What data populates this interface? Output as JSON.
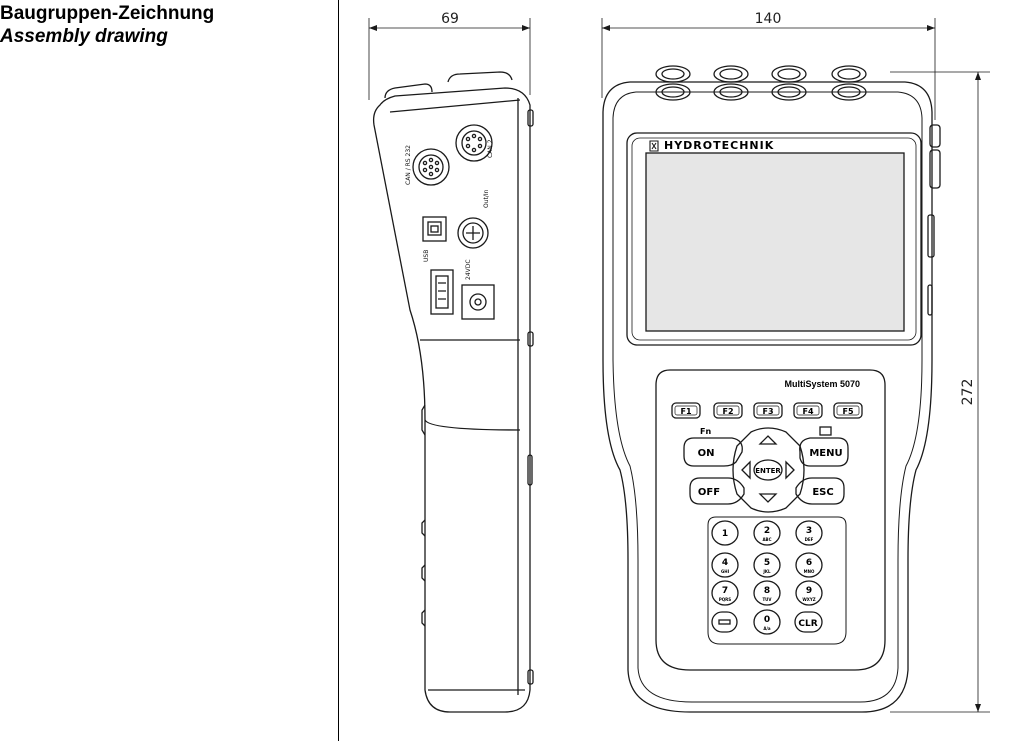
{
  "header": {
    "title_de": "Baugruppen-Zeichnung",
    "title_en": "Assembly drawing"
  },
  "dimensions": {
    "side_width": "69",
    "front_width": "140",
    "height": "272"
  },
  "side_view": {
    "port_can_rs232": "CAN / RS 232",
    "port_can2": "CAN 2",
    "port_usb_b": "USB",
    "port_outin": "Out/In",
    "port_24vdc": "24VDC"
  },
  "front_view": {
    "brand": "HYDROTECHNIK",
    "model": "MultiSystem 5070",
    "function_keys": [
      "F1",
      "F2",
      "F3",
      "F4",
      "F5"
    ],
    "fn_label": "Fn",
    "keys": {
      "on": "ON",
      "off": "OFF",
      "menu": "MENU",
      "esc": "ESC",
      "enter": "ENTER",
      "clr": "CLR"
    },
    "numpad": [
      {
        "digit": "1",
        "letters": ""
      },
      {
        "digit": "2",
        "letters": "ABC"
      },
      {
        "digit": "3",
        "letters": "DEF"
      },
      {
        "digit": "4",
        "letters": "GHI"
      },
      {
        "digit": "5",
        "letters": "JKL"
      },
      {
        "digit": "6",
        "letters": "MNO"
      },
      {
        "digit": "7",
        "letters": "PQRS"
      },
      {
        "digit": "8",
        "letters": "TUV"
      },
      {
        "digit": "9",
        "letters": "WXYZ"
      },
      {
        "digit": "0",
        "letters": "A/a"
      }
    ]
  },
  "colors": {
    "line": "#1a1a1a",
    "screen": "#e6e6e6",
    "dimension": "#333333"
  }
}
